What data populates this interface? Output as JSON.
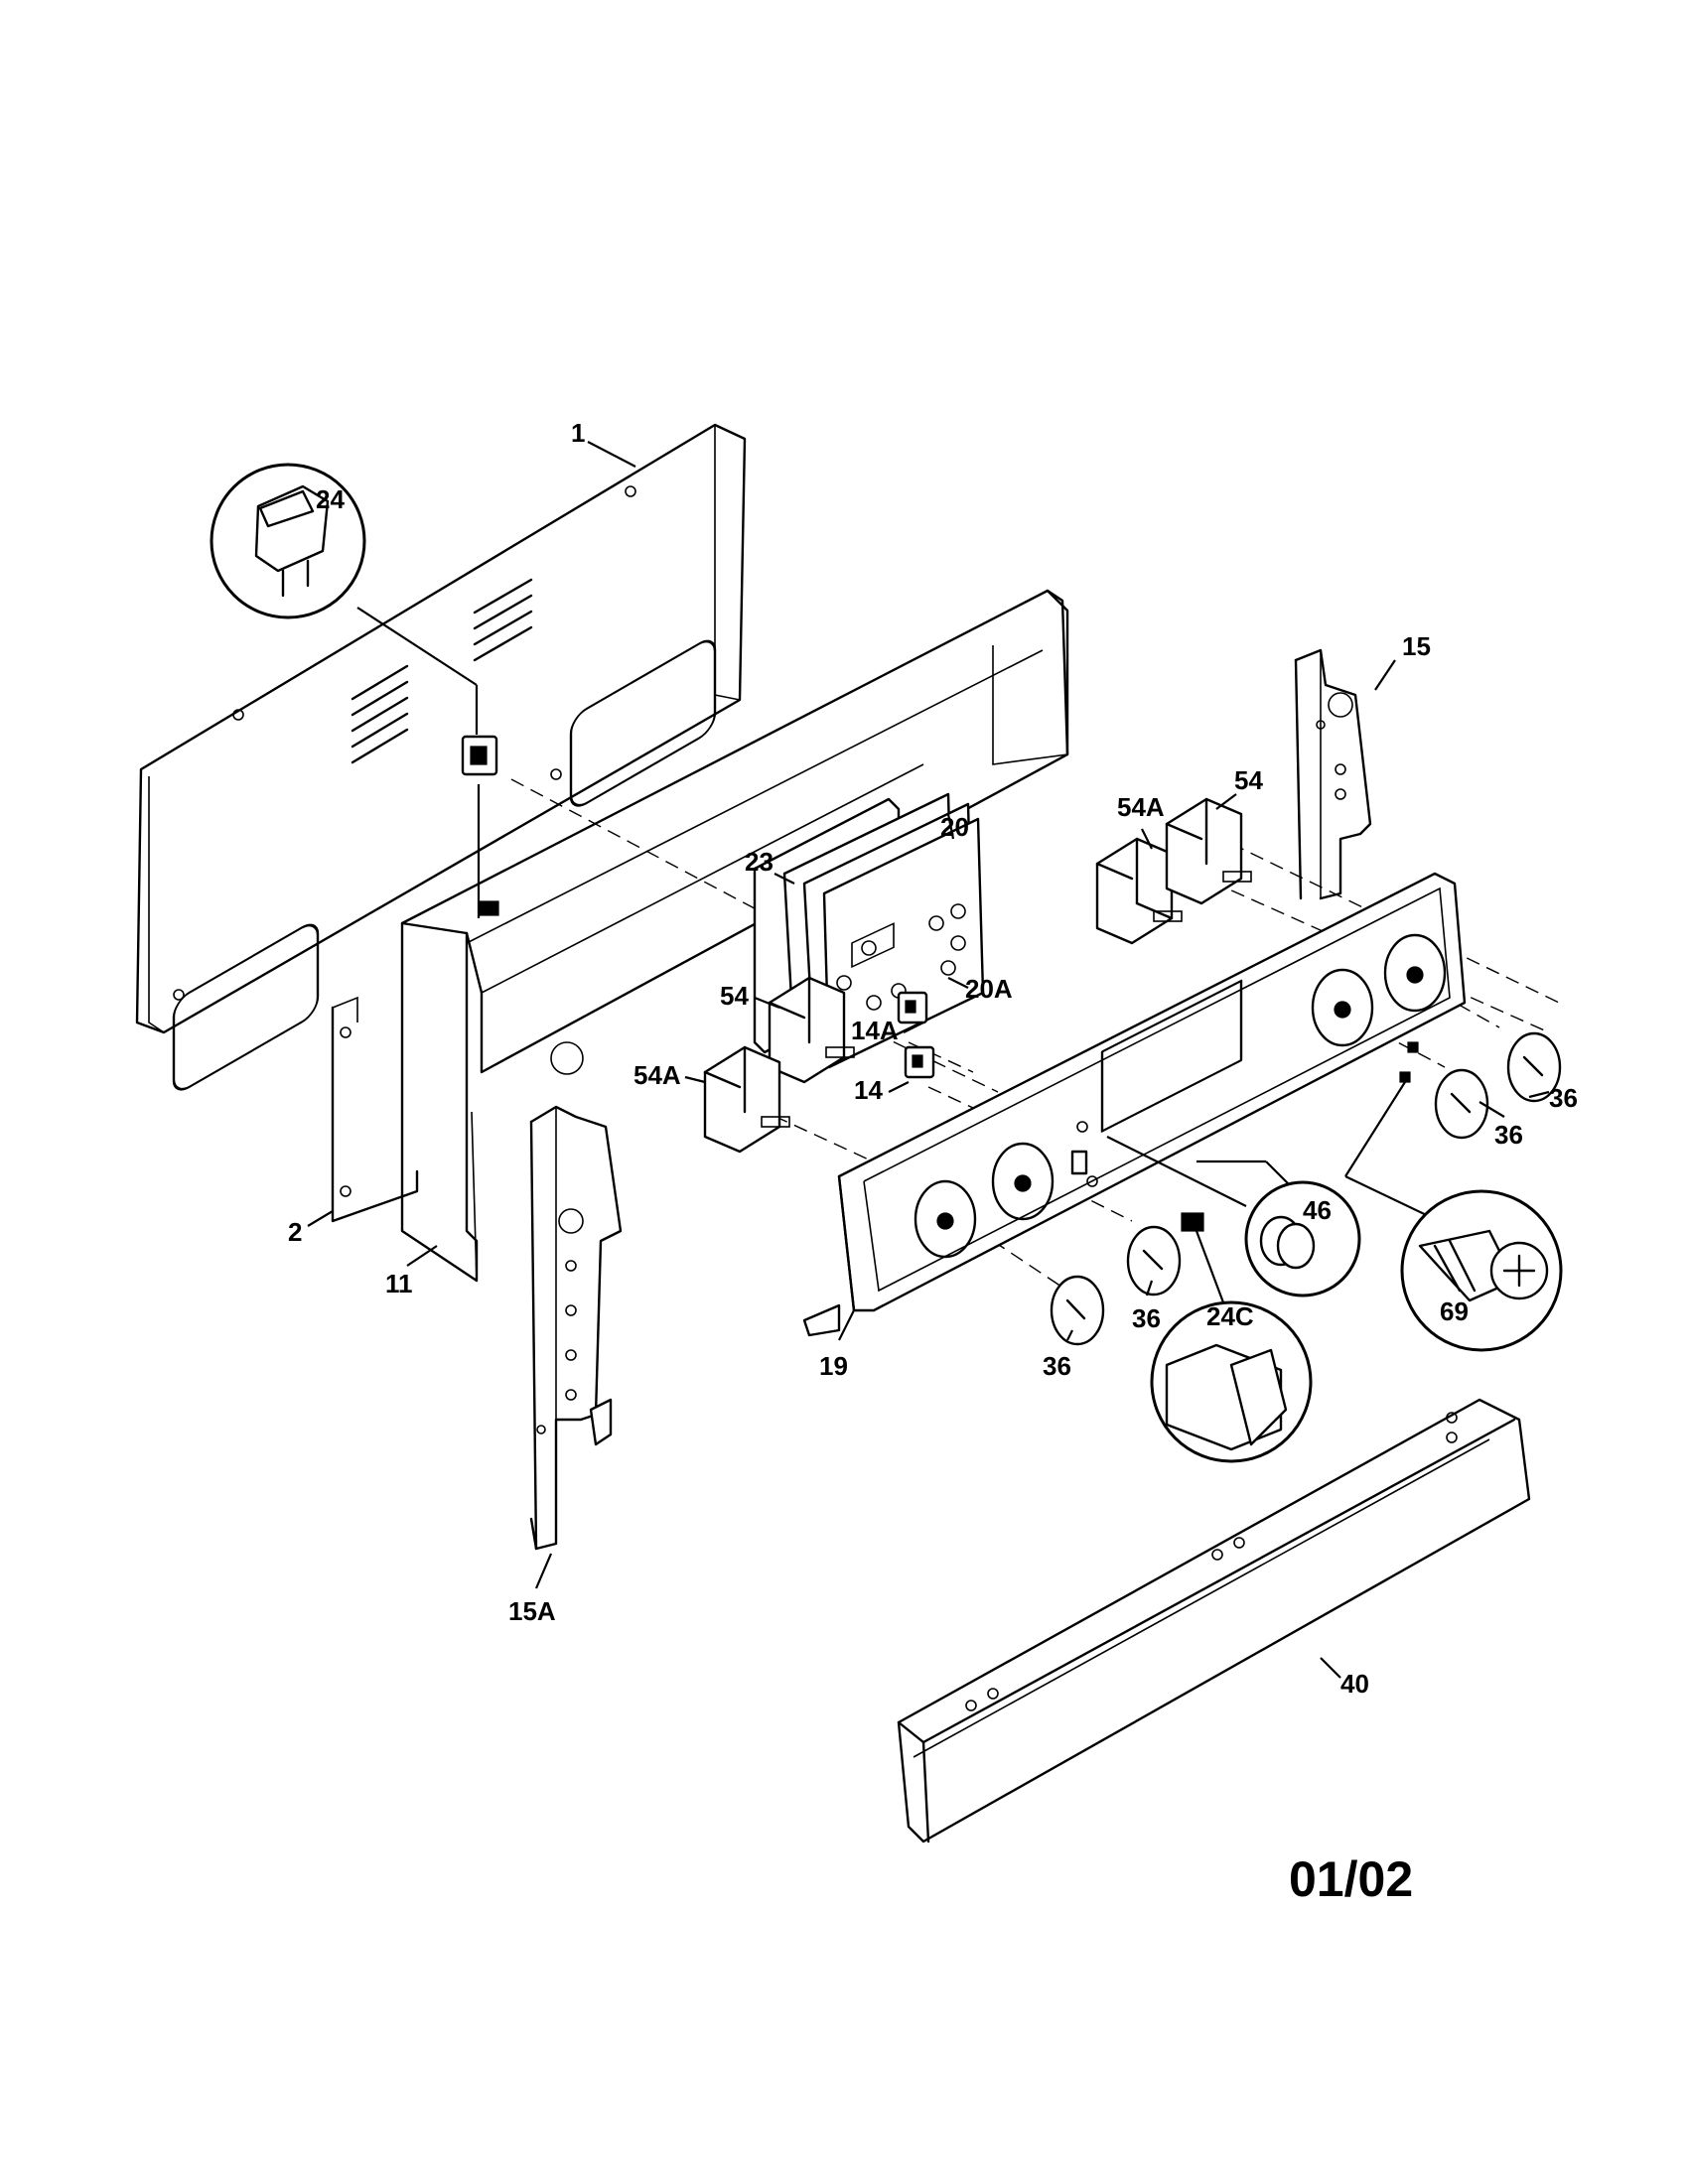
{
  "diagram_code": "01/02",
  "labels": [
    {
      "text": "1"
    },
    {
      "text": "24"
    },
    {
      "text": "15"
    },
    {
      "text": "54A"
    },
    {
      "text": "54"
    },
    {
      "text": "23"
    },
    {
      "text": "20"
    },
    {
      "text": "20A"
    },
    {
      "text": "54"
    },
    {
      "text": "14A"
    },
    {
      "text": "54A"
    },
    {
      "text": "14"
    },
    {
      "text": "36"
    },
    {
      "text": "36"
    },
    {
      "text": "46"
    },
    {
      "text": "69"
    },
    {
      "text": "2"
    },
    {
      "text": "11"
    },
    {
      "text": "19"
    },
    {
      "text": "36"
    },
    {
      "text": "36"
    },
    {
      "text": "24C"
    },
    {
      "text": "15A"
    },
    {
      "text": "40"
    }
  ]
}
